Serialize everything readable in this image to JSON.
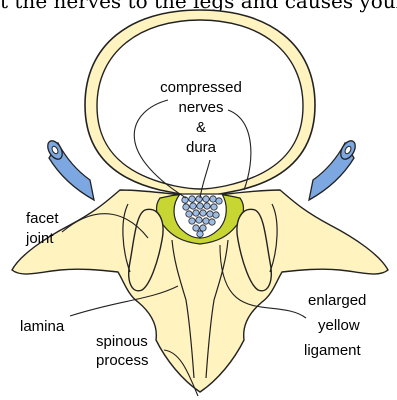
{
  "header": {
    "text": "t the nerves to the legs and causes your"
  },
  "diagram": {
    "labels": {
      "compressed_line1": "compressed",
      "compressed_line2": "nerves",
      "compressed_line3": "&",
      "compressed_line4": "dura",
      "facet_line1": "facet",
      "facet_line2": "joint",
      "lamina": "lamina",
      "spinous_line1": "spinous",
      "spinous_line2": "process",
      "enlarged_line1": "enlarged",
      "enlarged_line2": "yellow",
      "enlarged_line3": "ligament"
    },
    "colors": {
      "bone_fill": "#fff3c0",
      "ligament_fill": "#c8d634",
      "nerve_root": "#7da7e0",
      "nerve_dot": "#9fbde3",
      "outline": "#222222"
    }
  }
}
